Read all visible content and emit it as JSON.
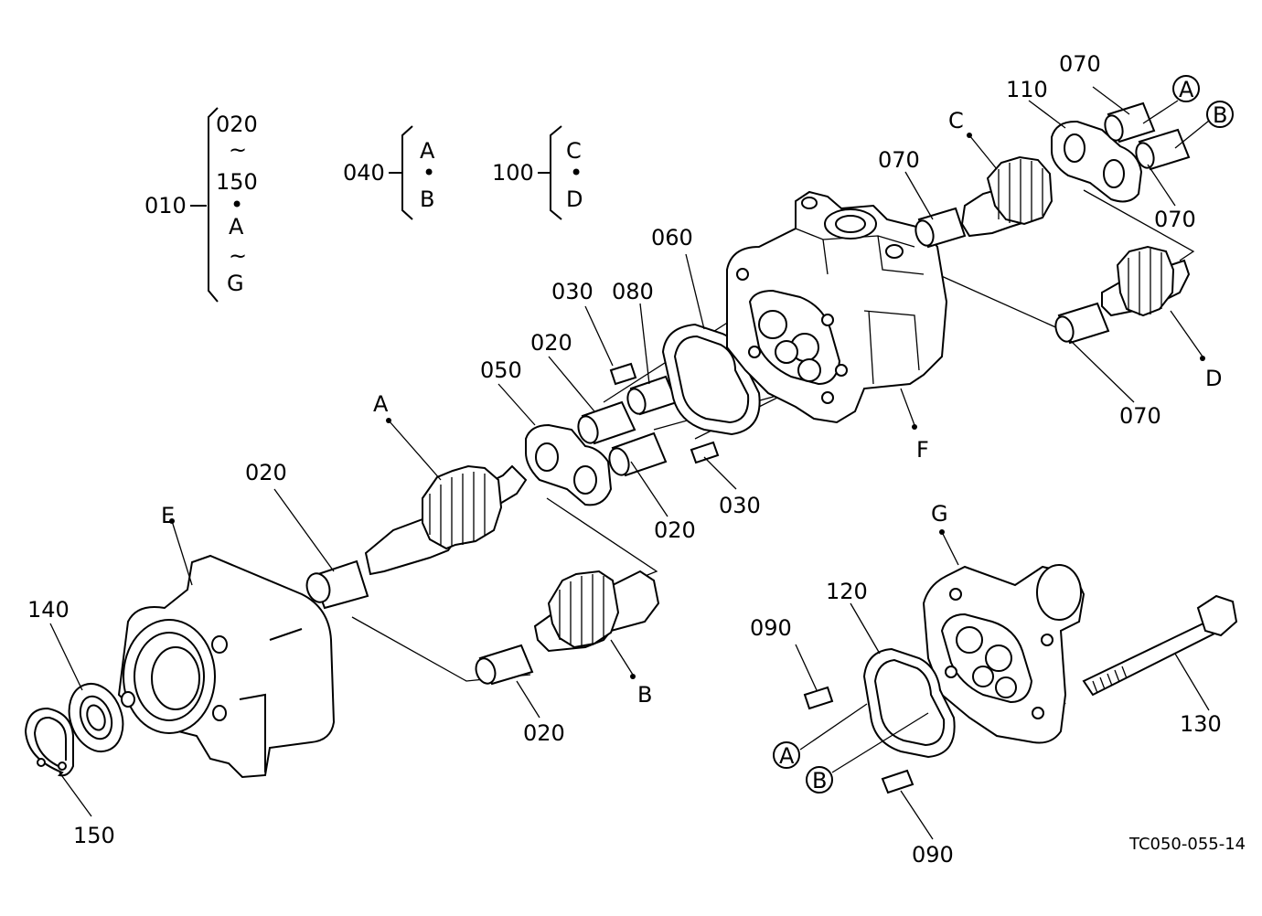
{
  "diagram": {
    "legend": {
      "g010": {
        "code": "010",
        "items": [
          "020",
          "~",
          "150",
          "•",
          "A",
          "~",
          "G"
        ]
      },
      "g040": {
        "code": "040",
        "items": [
          "A",
          "•",
          "B"
        ]
      },
      "g100": {
        "code": "100",
        "items": [
          "C",
          "•",
          "D"
        ]
      }
    },
    "labels": {
      "p070_top": "070",
      "p110": "110",
      "pC": "C",
      "p070_mid": "070",
      "p070_right": "070",
      "circA_top": "A",
      "circB_top": "B",
      "p060": "060",
      "p030_top": "030",
      "p080": "080",
      "p020_a": "020",
      "p050": "050",
      "pA": "A",
      "p020_left": "020",
      "pE": "E",
      "p140": "140",
      "p150": "150",
      "p020_b": "020",
      "p030_bot": "030",
      "pF": "F",
      "pD": "D",
      "p070_low": "070",
      "pB": "B",
      "p020_bot": "020",
      "pG": "G",
      "p120": "120",
      "p090_top": "090",
      "p090_bot": "090",
      "p130": "130",
      "circA_bot": "A",
      "circB_bot": "B"
    },
    "code": "TC050-055-14"
  }
}
